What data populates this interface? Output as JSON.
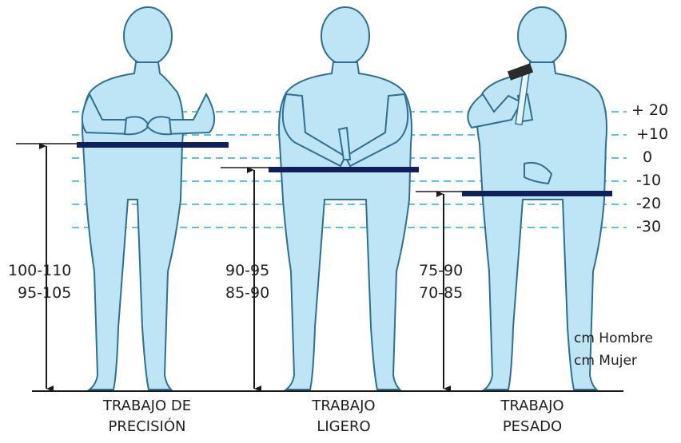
{
  "diagram": {
    "colors": {
      "figure_fill": "#bde5f5",
      "figure_stroke": "#2f6f8f",
      "dash": "#2fa8d8",
      "bar": "#10205a",
      "line": "#1a1a1a"
    },
    "level_labels": [
      "+ 20",
      "+10",
      "0",
      "-10",
      "-20",
      "-30"
    ],
    "sections": [
      {
        "caption_line1": "TRABAJO DE",
        "caption_line2": "PRECISIÓN",
        "hombre": "100-110",
        "mujer": "95-105"
      },
      {
        "caption_line1": "TRABAJO",
        "caption_line2": "LIGERO",
        "hombre": "90-95",
        "mujer": "85-90"
      },
      {
        "caption_line1": "TRABAJO",
        "caption_line2": "PESADO",
        "hombre": "75-90",
        "mujer": "70-85"
      }
    ],
    "legend": {
      "hombre": "cm Hombre",
      "mujer": "cm Mujer"
    }
  }
}
